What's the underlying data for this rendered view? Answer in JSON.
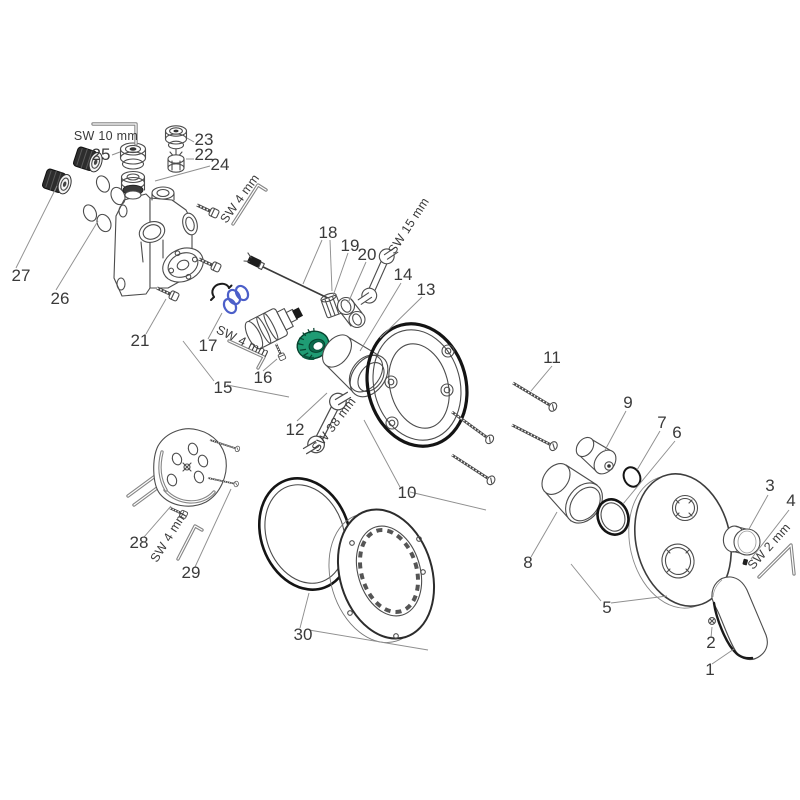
{
  "diagram": {
    "type": "exploded-parts-diagram",
    "part_numbers": [
      "1",
      "2",
      "3",
      "4",
      "5",
      "6",
      "7",
      "8",
      "9",
      "10",
      "11",
      "12",
      "13",
      "14",
      "15",
      "16",
      "17",
      "18",
      "19",
      "20",
      "21",
      "22",
      "23",
      "24",
      "25",
      "26",
      "27",
      "28",
      "29",
      "30"
    ],
    "tool_labels": [
      "SW 10 mm",
      "SW 4 mm",
      "SW 15 mm",
      "SW 4 mm",
      "SW 38 mm",
      "SW 4 mm",
      "SW 2 mm"
    ],
    "colors": {
      "accent_green": "#1f9c74",
      "accent_blue": "#4c5fc9",
      "line": "#4c4c4c",
      "label": "#3a3a3a"
    }
  }
}
